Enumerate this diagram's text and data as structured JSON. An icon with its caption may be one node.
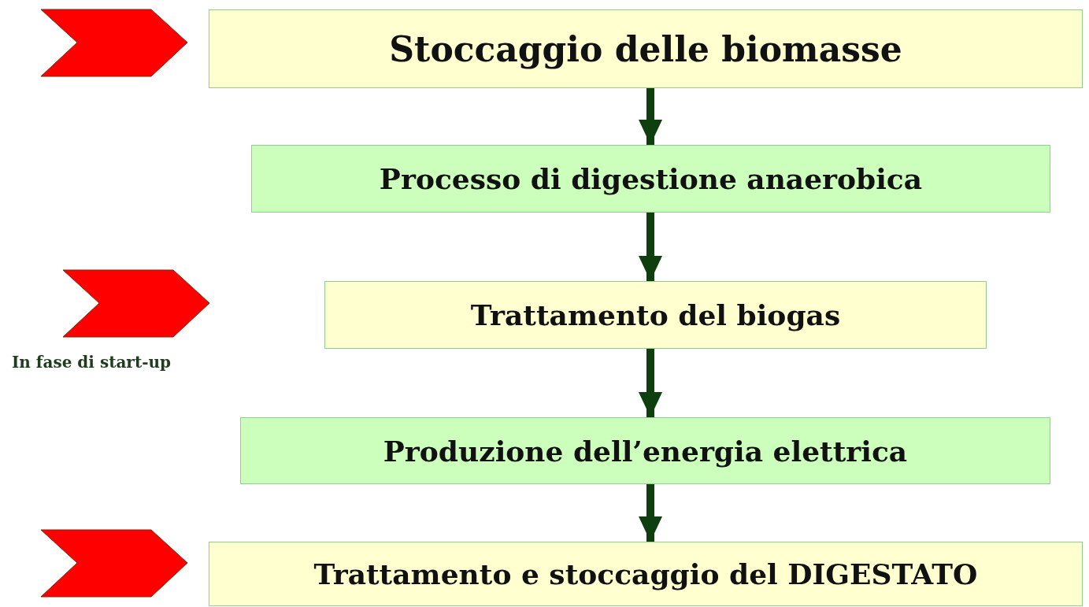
{
  "diagram": {
    "nodes": [
      {
        "text": [
          "Stoccaggio delle biomasse"
        ]
      },
      {
        "text": [
          "Processo di digestione anaerobica"
        ]
      },
      {
        "text": [
          "Trattamento del biogas"
        ]
      },
      {
        "text": [
          "Produzione dell’energia elettrica"
        ]
      },
      {
        "text": [
          "Trattamento e stoccaggio del DIGESTATO"
        ]
      }
    ],
    "edges": [
      {
        "from": 0,
        "to": 1,
        "arrow": "to"
      },
      {
        "from": 1,
        "to": 2,
        "arrow": "to"
      },
      {
        "from": 2,
        "to": 3,
        "arrow": "to"
      },
      {
        "from": 3,
        "to": 4,
        "arrow": "to"
      }
    ],
    "labels": [
      "In fase di start-up"
    ]
  }
}
